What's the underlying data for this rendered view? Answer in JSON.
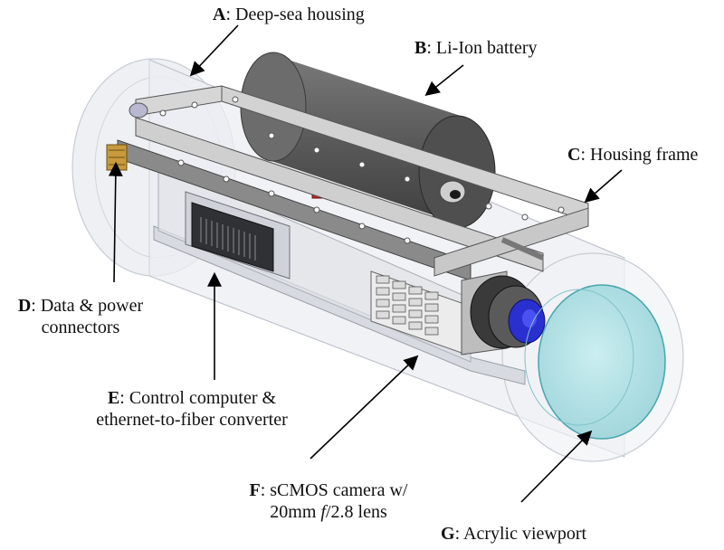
{
  "labels": {
    "a": {
      "letter": "A",
      "text": ": Deep-sea housing"
    },
    "b": {
      "letter": "B",
      "text": ": Li-Ion battery"
    },
    "c": {
      "letter": "C",
      "text": ": Housing frame"
    },
    "d": {
      "letter": "D",
      "text": ": Data & power",
      "line2": "connectors"
    },
    "e": {
      "letter": "E",
      "text": ": Control computer &",
      "line2": "ethernet-to-fiber converter"
    },
    "f": {
      "letter": "F",
      "text": ": sCMOS camera w/",
      "line2_pre": "20mm ",
      "line2_italic": "f",
      "line2_post": "/2.8 lens"
    },
    "g": {
      "letter": "G",
      "text": ": Acrylic viewport"
    }
  },
  "colors": {
    "housing": "#e6e8ee",
    "frame": "#c9c9c9",
    "battery": "#5b5b5b",
    "viewport": "#9fd8dc",
    "lens_glass": "#2a2fd0"
  }
}
